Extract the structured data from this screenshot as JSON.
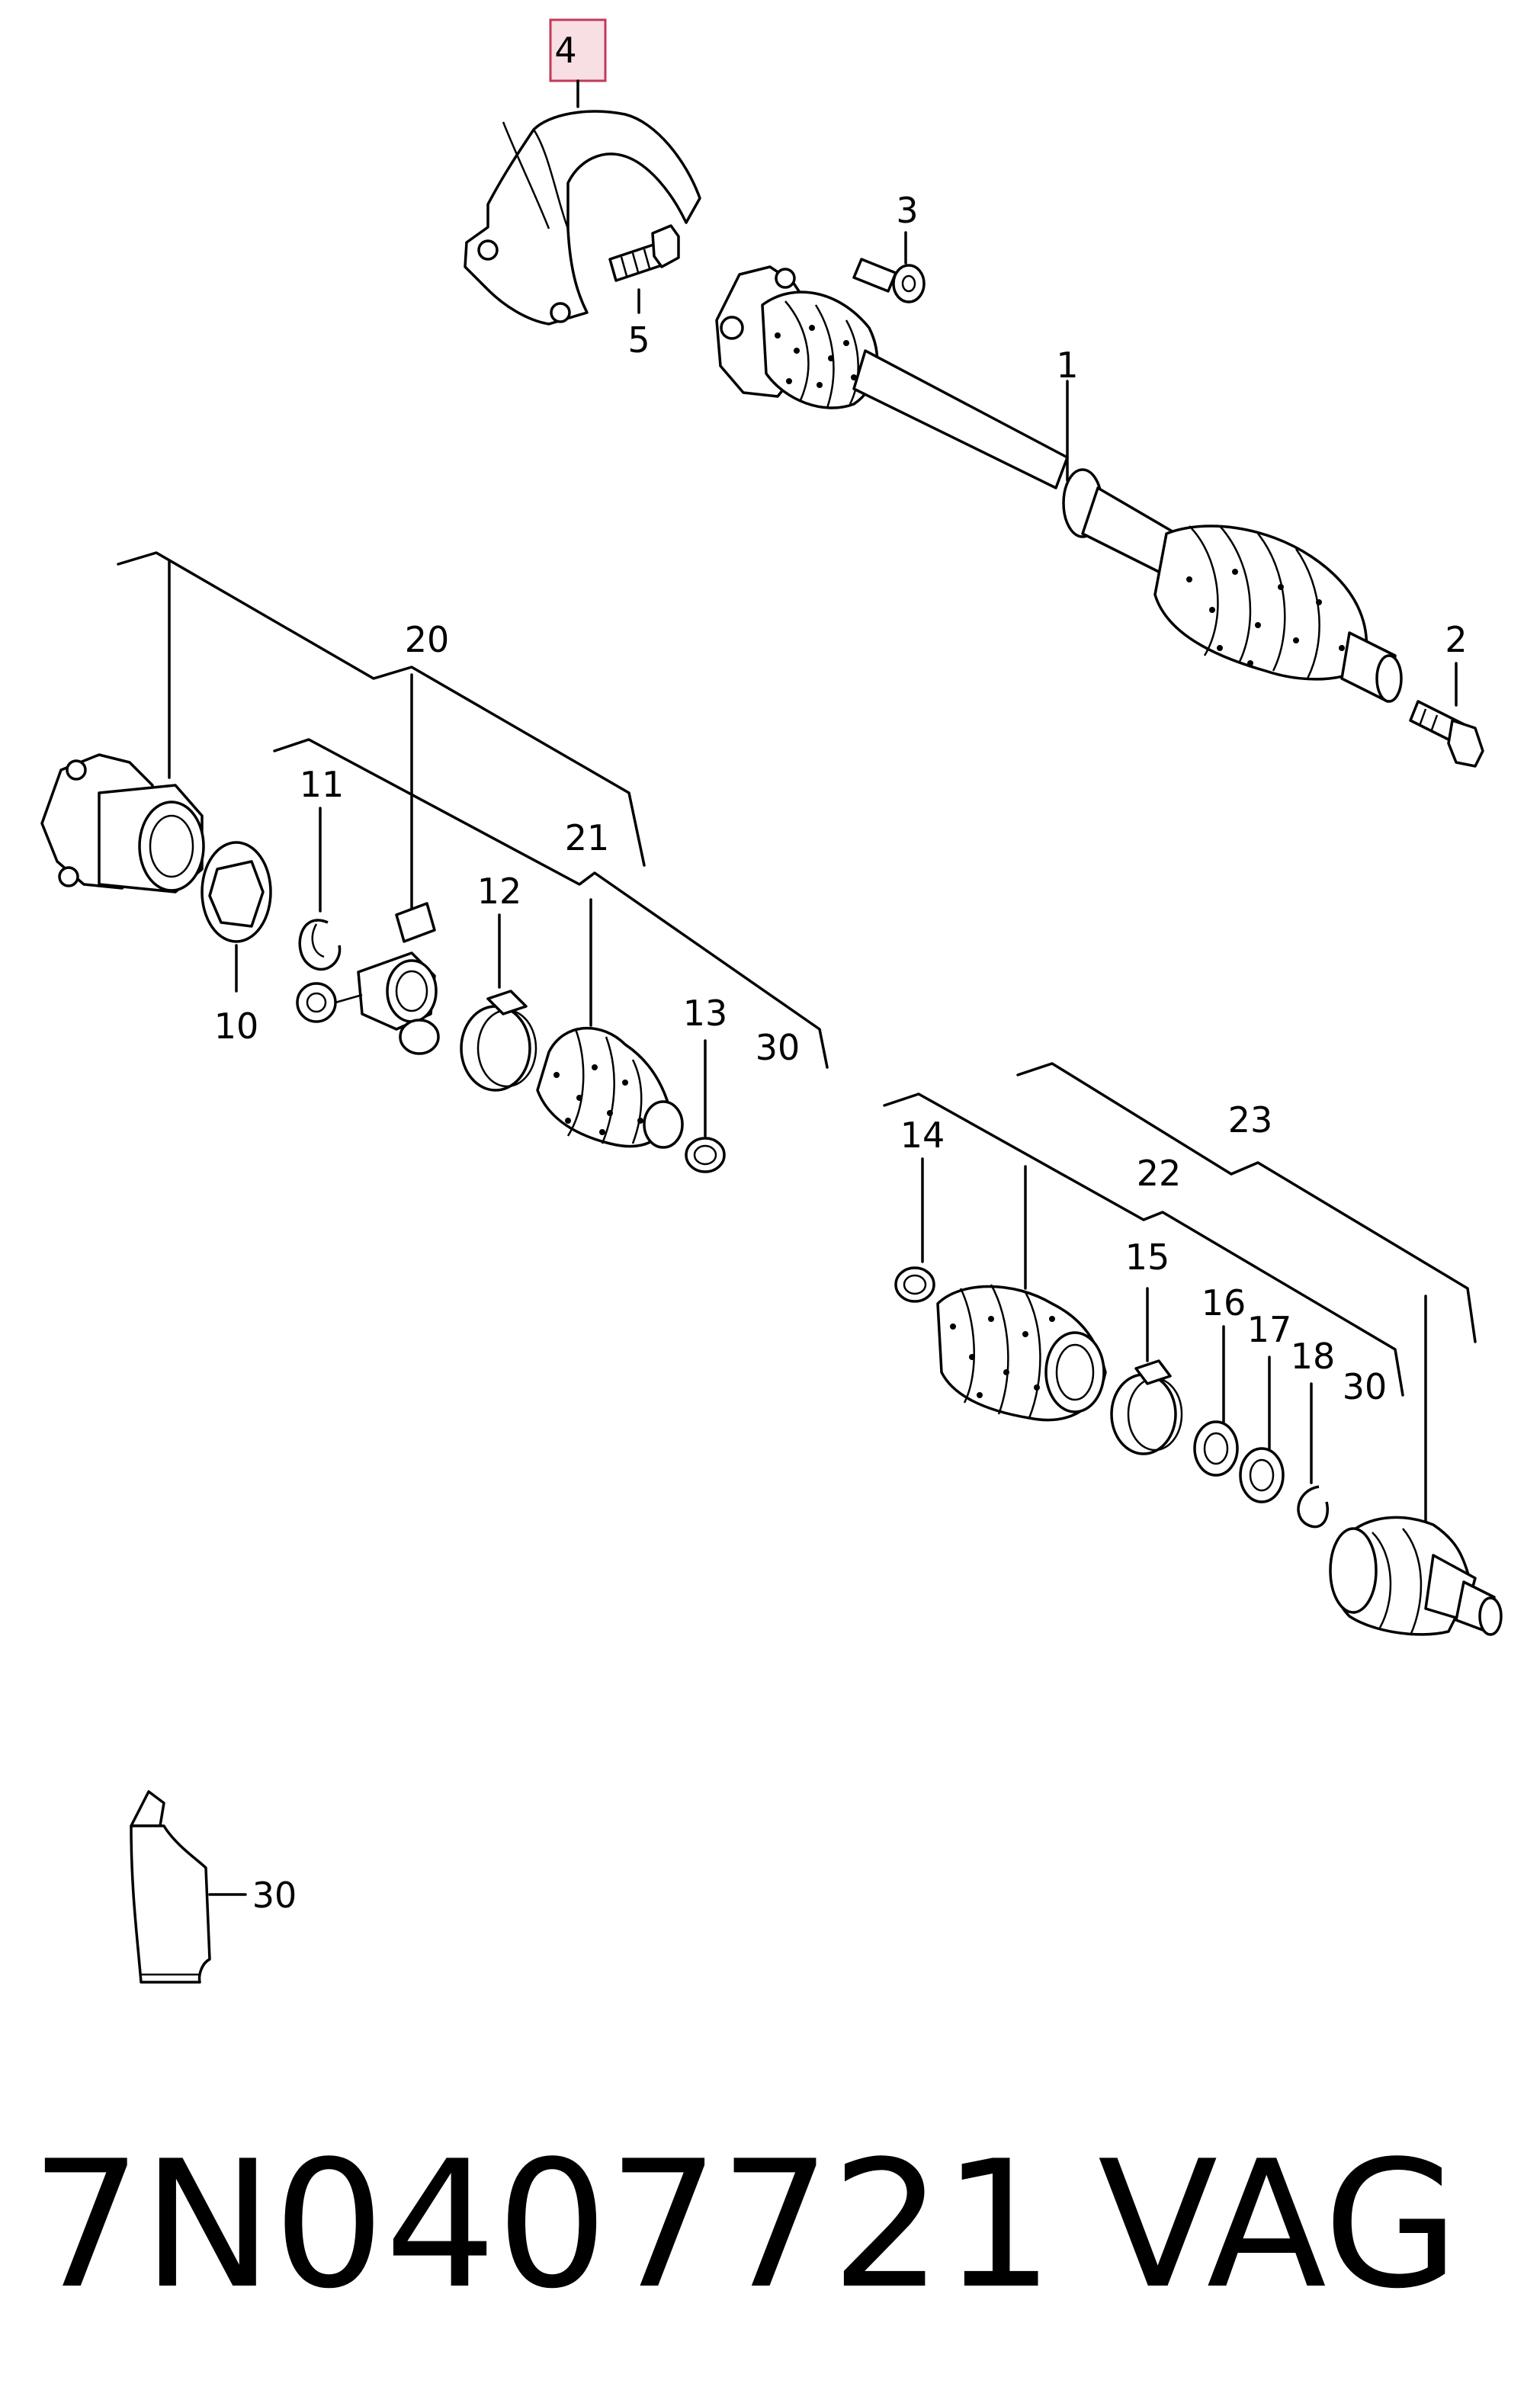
{
  "callouts": {
    "c1": "1",
    "c2": "2",
    "c3": "3",
    "c4": "4",
    "c5": "5",
    "c10": "10",
    "c11": "11",
    "c12": "12",
    "c13": "13",
    "c14": "14",
    "c15": "15",
    "c16": "16",
    "c17": "17",
    "c18": "18",
    "c20": "20",
    "c21": "21",
    "c22": "22",
    "c23": "23",
    "c30a": "30",
    "c30b": "30",
    "c30c": "30"
  },
  "highlighted_callout": "4",
  "highlight_color": "#f7dfe4",
  "footer": {
    "part_number": "7N0407721",
    "brand": "VAG"
  }
}
